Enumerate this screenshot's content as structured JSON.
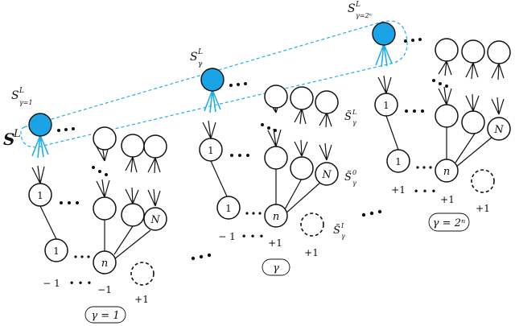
{
  "diagram": {
    "main_label": "S",
    "main_label_sup": "L",
    "top_labels": {
      "first": {
        "base": "S",
        "sup": "L",
        "sub": "γ=1"
      },
      "mid": {
        "base": "S",
        "sup": "L",
        "sub": "γ"
      },
      "last": {
        "base": "S",
        "sup": "L",
        "sub": "γ=2ⁿ"
      }
    },
    "tilde_labels": {
      "l": {
        "base": "S̃",
        "sup": "L",
        "sub": "γ"
      },
      "zero": {
        "base": "S̃",
        "sup": "0",
        "sub": "γ"
      },
      "i": {
        "base": "S̃",
        "sup": "I",
        "sub": "γ"
      }
    },
    "node_labels": {
      "one": "1",
      "n": "n",
      "N": "N"
    },
    "values": {
      "minus_one": "− 1",
      "one_neg": "−1",
      "plus_one": "+1"
    },
    "gamma_labels": {
      "first": "γ = 1",
      "mid": "γ",
      "last": "γ = 2ⁿ"
    }
  }
}
